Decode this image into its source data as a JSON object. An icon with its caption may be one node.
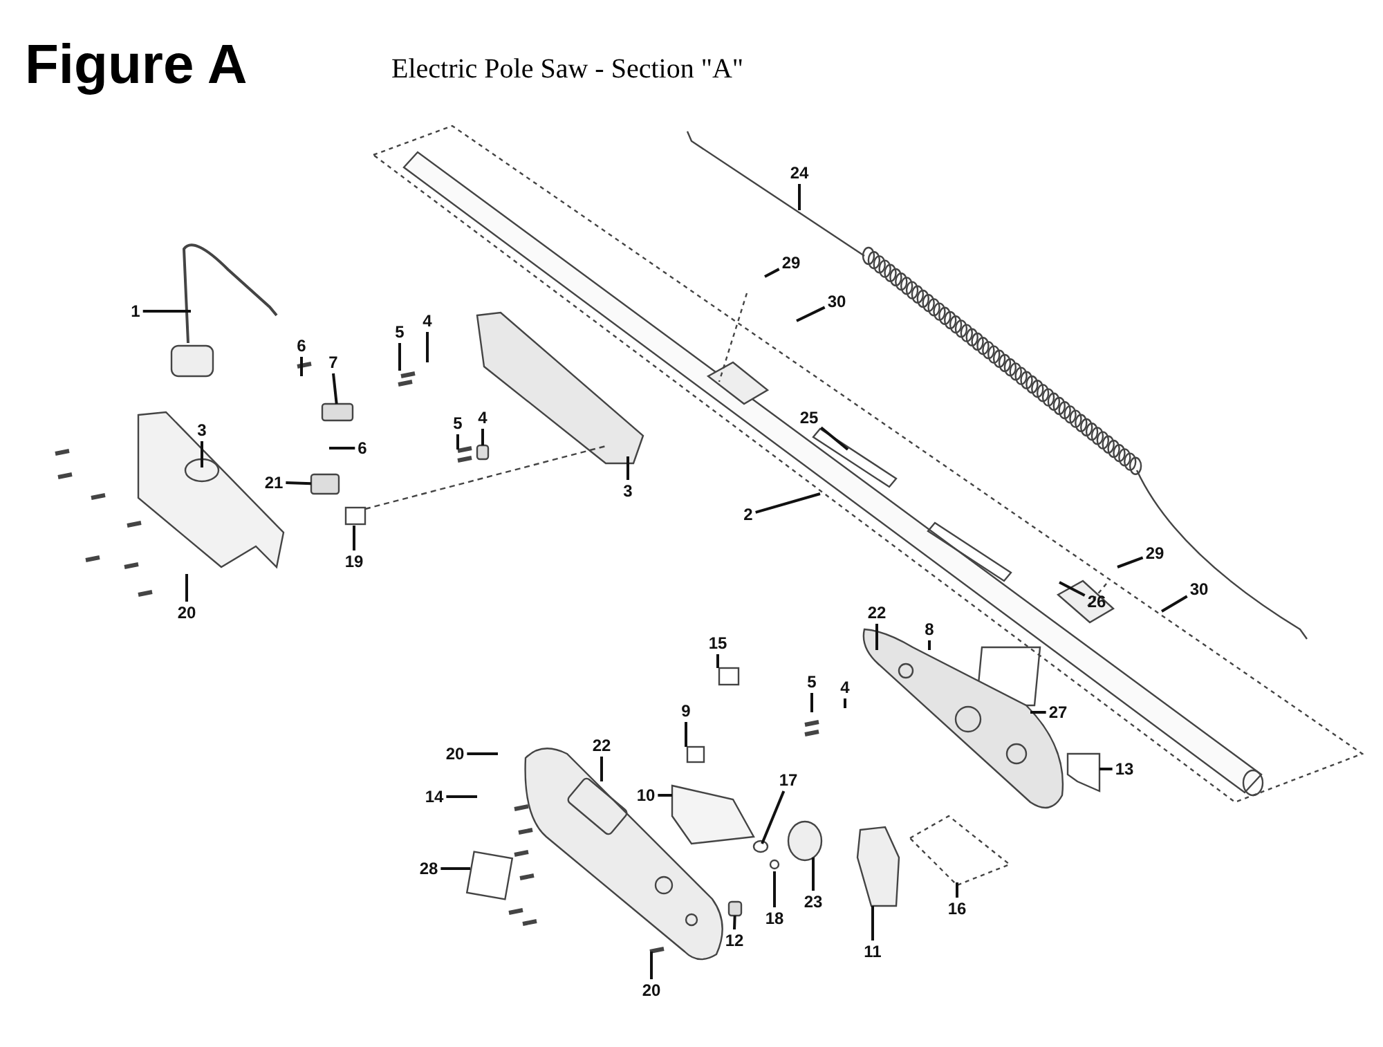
{
  "diagram": {
    "title": "Figure A",
    "nodes": [
      {
        "text": [
          "1"
        ]
      },
      {
        "text": [
          "6"
        ]
      },
      {
        "text": [
          "7"
        ]
      },
      {
        "text": [
          "5"
        ]
      },
      {
        "text": [
          "4"
        ]
      },
      {
        "text": [
          "3"
        ]
      },
      {
        "text": [
          "6"
        ]
      },
      {
        "text": [
          "21"
        ]
      },
      {
        "text": [
          "5"
        ]
      },
      {
        "text": [
          "4"
        ]
      },
      {
        "text": [
          "3"
        ]
      },
      {
        "text": [
          "19"
        ]
      },
      {
        "text": [
          "20"
        ]
      },
      {
        "text": [
          "2"
        ]
      },
      {
        "text": [
          "25"
        ]
      },
      {
        "text": [
          "24"
        ]
      },
      {
        "text": [
          "29"
        ]
      },
      {
        "text": [
          "30"
        ]
      },
      {
        "text": [
          "29"
        ]
      },
      {
        "text": [
          "30"
        ]
      },
      {
        "text": [
          "26"
        ]
      },
      {
        "text": [
          "22"
        ]
      },
      {
        "text": [
          "8"
        ]
      },
      {
        "text": [
          "27"
        ]
      },
      {
        "text": [
          "13"
        ]
      },
      {
        "text": [
          "15"
        ]
      },
      {
        "text": [
          "5"
        ]
      },
      {
        "text": [
          "4"
        ]
      },
      {
        "text": [
          "9"
        ]
      },
      {
        "text": [
          "20"
        ]
      },
      {
        "text": [
          "22"
        ]
      },
      {
        "text": [
          "14"
        ]
      },
      {
        "text": [
          "10"
        ]
      },
      {
        "text": [
          "17"
        ]
      },
      {
        "text": [
          "18"
        ]
      },
      {
        "text": [
          "23"
        ]
      },
      {
        "text": [
          "11"
        ]
      },
      {
        "text": [
          "16"
        ]
      },
      {
        "text": [
          "12"
        ]
      },
      {
        "text": [
          "28"
        ]
      },
      {
        "text": [
          "20"
        ]
      },
      {
        "text": [],
        "shape": "box"
      },
      {
        "text": [],
        "shape": "box"
      },
      {
        "text": [],
        "shape": "box"
      },
      {
        "text": [],
        "shape": "box"
      }
    ],
    "edges": [
      {
        "from": 0,
        "to": null,
        "arrow": "none"
      },
      {
        "from": 1,
        "to": null,
        "arrow": "none"
      },
      {
        "from": 2,
        "to": 41,
        "arrow": "none"
      },
      {
        "from": 3,
        "to": null,
        "arrow": "none"
      },
      {
        "from": 4,
        "to": null,
        "arrow": "none"
      },
      {
        "from": 5,
        "to": null,
        "arrow": "none"
      },
      {
        "from": 6,
        "to": null,
        "arrow": "none"
      },
      {
        "from": 7,
        "to": 42,
        "arrow": "none"
      },
      {
        "from": 8,
        "to": null,
        "arrow": "none"
      },
      {
        "from": 9,
        "to": 43,
        "arrow": "none"
      },
      {
        "from": 10,
        "to": null,
        "arrow": "none"
      },
      {
        "from": 11,
        "to": null,
        "arrow": "none"
      },
      {
        "from": 12,
        "to": null,
        "arrow": "none"
      },
      {
        "from": 13,
        "to": null,
        "arrow": "none"
      },
      {
        "from": 14,
        "to": null,
        "arrow": "none"
      },
      {
        "from": 15,
        "to": null,
        "arrow": "none"
      },
      {
        "from": 16,
        "to": null,
        "arrow": "none"
      },
      {
        "from": 17,
        "to": null,
        "arrow": "none"
      },
      {
        "from": 18,
        "to": null,
        "arrow": "none"
      },
      {
        "from": 19,
        "to": null,
        "arrow": "none"
      },
      {
        "from": 20,
        "to": null,
        "arrow": "none"
      },
      {
        "from": 21,
        "to": null,
        "arrow": "none"
      },
      {
        "from": 22,
        "to": null,
        "arrow": "none"
      },
      {
        "from": 23,
        "to": null,
        "arrow": "none"
      },
      {
        "from": 24,
        "to": null,
        "arrow": "none"
      },
      {
        "from": 25,
        "to": null,
        "arrow": "none"
      },
      {
        "from": 26,
        "to": null,
        "arrow": "none"
      },
      {
        "from": 27,
        "to": null,
        "arrow": "none"
      },
      {
        "from": 28,
        "to": null,
        "arrow": "none"
      },
      {
        "from": 29,
        "to": null,
        "arrow": "none"
      },
      {
        "from": 30,
        "to": null,
        "arrow": "none"
      },
      {
        "from": 31,
        "to": null,
        "arrow": "none"
      },
      {
        "from": 32,
        "to": null,
        "arrow": "none"
      },
      {
        "from": 33,
        "to": null,
        "arrow": "none"
      },
      {
        "from": 34,
        "to": null,
        "arrow": "none"
      },
      {
        "from": 35,
        "to": null,
        "arrow": "none"
      },
      {
        "from": 36,
        "to": null,
        "arrow": "none"
      },
      {
        "from": 37,
        "to": null,
        "arrow": "none"
      },
      {
        "from": 38,
        "to": 44,
        "arrow": "none"
      },
      {
        "from": 39,
        "to": null,
        "arrow": "none"
      },
      {
        "from": 40,
        "to": null,
        "arrow": "none"
      }
    ],
    "labels": [
      "Electric Pole Saw - Section \"A\""
    ]
  }
}
